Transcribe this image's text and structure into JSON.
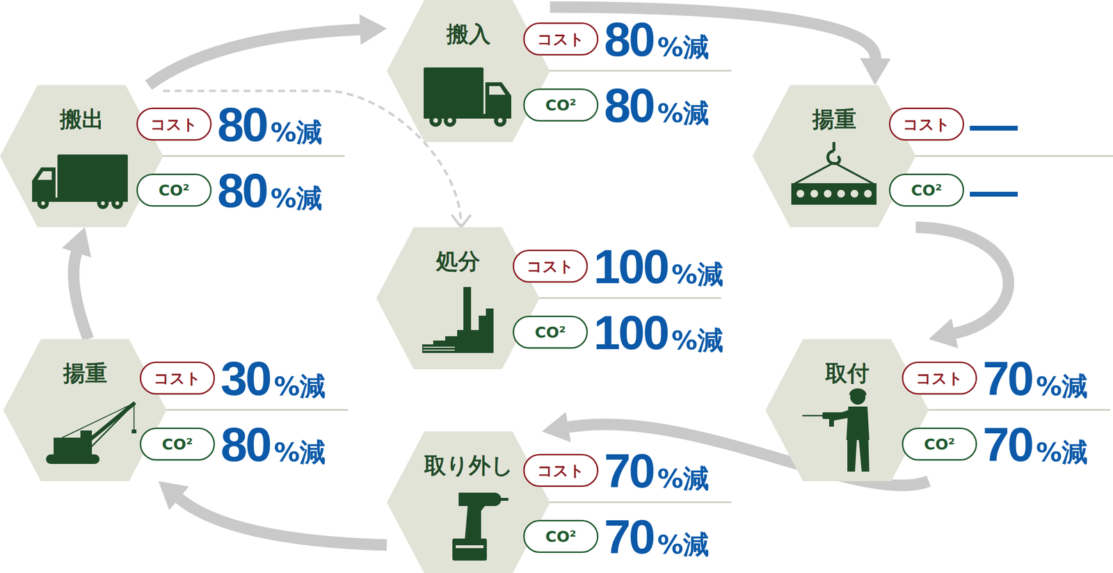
{
  "diagram": {
    "nodes": [
      {
        "text": [
          "搬入"
        ]
      },
      {
        "text": [
          "コスト"
        ]
      },
      {
        "text": [
          "CO²"
        ]
      },
      {
        "text": [
          "搬出"
        ]
      },
      {
        "text": [
          "コスト"
        ]
      },
      {
        "text": [
          "CO²"
        ]
      },
      {
        "text": [
          "揚重"
        ]
      },
      {
        "text": [
          "コスト"
        ]
      },
      {
        "text": [
          "CO²"
        ]
      },
      {
        "text": [
          "処分"
        ]
      },
      {
        "text": [
          "コスト"
        ]
      },
      {
        "text": [
          "CO²"
        ]
      },
      {
        "text": [
          "揚重"
        ]
      },
      {
        "text": [
          "コスト"
        ]
      },
      {
        "text": [
          "CO²"
        ]
      },
      {
        "text": [
          "取付"
        ]
      },
      {
        "text": [
          "コスト"
        ]
      },
      {
        "text": [
          "CO²"
        ]
      },
      {
        "text": [
          "取り外し"
        ]
      },
      {
        "text": [
          "コスト"
        ]
      },
      {
        "text": [
          "CO²"
        ]
      }
    ],
    "edges": [
      {
        "from": 3,
        "to": 0,
        "arrow": "to"
      },
      {
        "from": 0,
        "to": 6,
        "arrow": "to"
      },
      {
        "from": 6,
        "to": 15,
        "arrow": "to"
      },
      {
        "from": 15,
        "to": 18,
        "arrow": "to"
      },
      {
        "from": 18,
        "to": 12,
        "arrow": "to"
      },
      {
        "from": 12,
        "to": 3,
        "arrow": "to"
      },
      {
        "from": 3,
        "to": 9,
        "arrow": "to"
      }
    ],
    "labels": [
      "80",
      "%減",
      "80",
      "%減",
      "80",
      "%減",
      "80",
      "%減",
      "—",
      "—",
      "100",
      "%減",
      "100",
      "%減",
      "30",
      "%減",
      "80",
      "%減",
      "70",
      "%減",
      "70",
      "%減",
      "70",
      "%減",
      "70",
      "%減"
    ]
  }
}
